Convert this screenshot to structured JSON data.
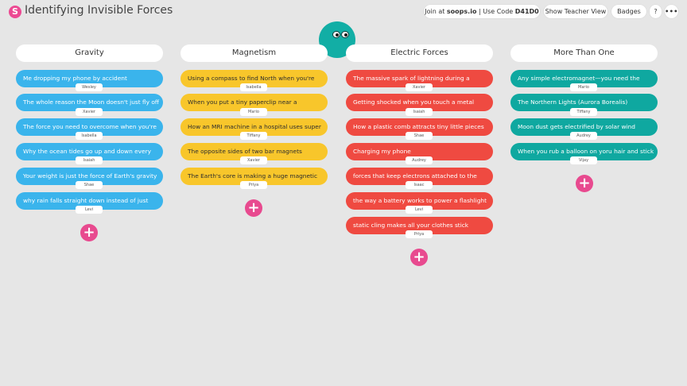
{
  "app": {
    "logo_letter": "S",
    "title": "Identifying Invisible Forces"
  },
  "toolbar": {
    "join_prefix": "Join at ",
    "join_site": "soops.io",
    "join_mid": " | Use Code ",
    "join_code": "D41D0",
    "teacher_view": "Show Teacher View",
    "badges": "Badges",
    "help": "?",
    "more": "•••"
  },
  "columns": [
    {
      "title": "Gravity",
      "color": "#3ab4ec",
      "cards": [
        {
          "text": "Me dropping my phone by accident",
          "author": "Wesley"
        },
        {
          "text": "The whole reason the Moon doesn't just fly off",
          "author": "Xavier"
        },
        {
          "text": "The force you need to overcome when you're",
          "author": "Isabella"
        },
        {
          "text": "Why the ocean tides go up and down every",
          "author": "Isaiah"
        },
        {
          "text": "Your weight is just the force of Earth's gravity",
          "author": "Shae"
        },
        {
          "text": "why rain falls straight down instead of just",
          "author": "Levi"
        }
      ]
    },
    {
      "title": "Magnetism",
      "color": "#f8c62b",
      "cards": [
        {
          "text": "Using a compass to find North when you're",
          "author": "Isabella"
        },
        {
          "text": "When you put a tiny paperclip near a",
          "author": "Mario"
        },
        {
          "text": "How an MRI machine in a hospital uses super",
          "author": "Tiffany"
        },
        {
          "text": "The opposite sides of two bar magnets",
          "author": "Xavier"
        },
        {
          "text": "The Earth's core is making a huge magnetic",
          "author": "Priya"
        }
      ]
    },
    {
      "title": "Electric Forces",
      "color": "#ef4a41",
      "cards": [
        {
          "text": "The massive spark of lightning during a",
          "author": "Xavier"
        },
        {
          "text": "Getting shocked when you touch a metal",
          "author": "Isaiah"
        },
        {
          "text": "How a plastic comb attracts tiny little pieces",
          "author": "Shae"
        },
        {
          "text": "Charging my phone",
          "author": "Audrey"
        },
        {
          "text": "forces that keep electrons attached to the",
          "author": "Isaac"
        },
        {
          "text": "the way a battery works to power a flashlight",
          "author": "Levi"
        },
        {
          "text": "static cling makes all your clothes stick",
          "author": "Priya"
        }
      ]
    },
    {
      "title": "More Than One",
      "color": "#0fa8a0",
      "cards": [
        {
          "text": "Any simple electromagnet—you need the",
          "author": "Mario"
        },
        {
          "text": "The Northern Lights (Aurora Borealis)",
          "author": "Tiffany"
        },
        {
          "text": "Moon dust gets electrified by solar wind",
          "author": "Audrey"
        },
        {
          "text": "When you rub a balloon on yoru hair and stick",
          "author": "Vijay"
        }
      ]
    }
  ],
  "add_label": "+"
}
